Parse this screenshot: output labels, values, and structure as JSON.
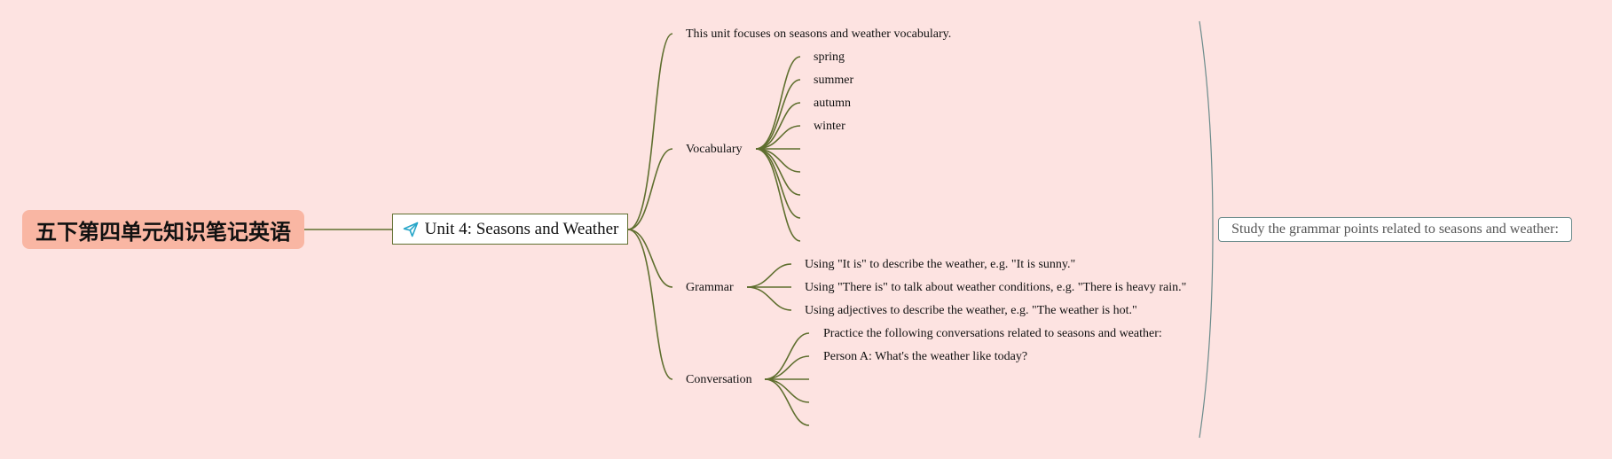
{
  "root": {
    "title": "五下第四单元知识笔记英语"
  },
  "main": {
    "title": "Unit 4: Seasons and Weather",
    "icon": "paper-plane-icon"
  },
  "branches": {
    "intro": {
      "label": "This unit focuses on seasons and weather vocabulary."
    },
    "vocabulary": {
      "label": "Vocabulary",
      "items": [
        "spring",
        "summer",
        "autumn",
        "winter",
        "",
        "",
        "",
        "",
        ""
      ]
    },
    "grammar": {
      "label": "Grammar",
      "items": [
        "Using \"It is\" to describe the weather, e.g. \"It is sunny.\"",
        "Using \"There is\" to talk about weather conditions, e.g. \"There is heavy rain.\"",
        "Using adjectives to describe the weather, e.g. \"The weather is hot.\""
      ]
    },
    "conversation": {
      "label": "Conversation",
      "items": [
        "Practice the following conversations related to seasons and weather:",
        "Person A: What's the weather like today?",
        "",
        "",
        ""
      ]
    }
  },
  "summary": {
    "label": "Study the grammar points related to seasons and weather:"
  },
  "colors": {
    "background": "#fde3e1",
    "root_fill": "#f9b6a3",
    "branch_line": "#5f6f2f",
    "summary_border": "#6b8b8b"
  }
}
